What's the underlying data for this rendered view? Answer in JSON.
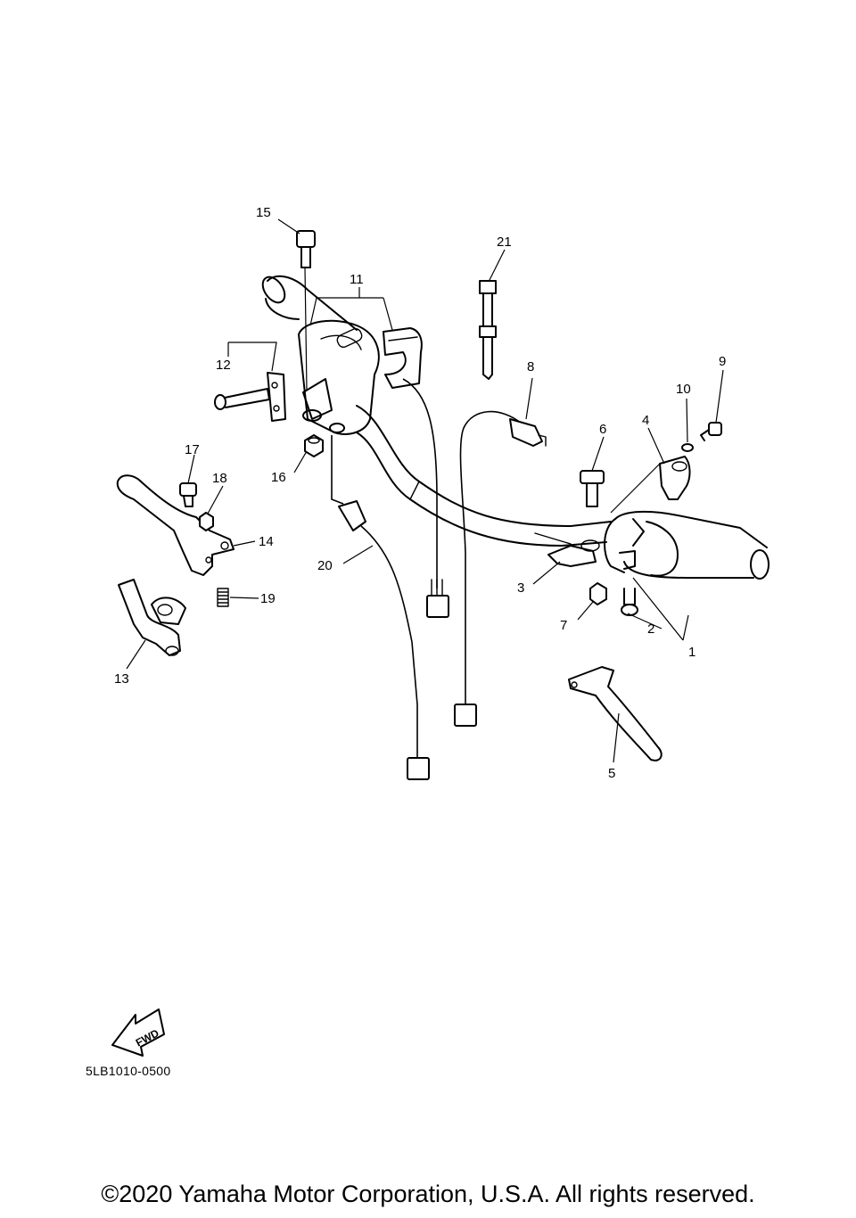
{
  "diagram": {
    "callouts": [
      "1",
      "2",
      "3",
      "4",
      "5",
      "6",
      "7",
      "8",
      "9",
      "10",
      "11",
      "12",
      "13",
      "14",
      "15",
      "16",
      "17",
      "18",
      "19",
      "20",
      "21"
    ],
    "fwd_badge": "FWD",
    "code": "5LB1010-0500"
  },
  "footer": {
    "copyright": "©2020 Yamaha Motor Corporation, U.S.A. All rights reserved."
  }
}
